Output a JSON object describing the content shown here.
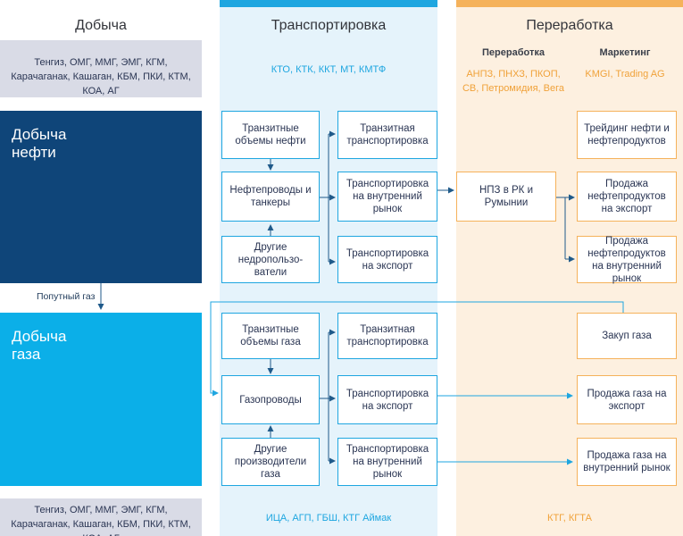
{
  "columns": {
    "extraction": "Добыча",
    "transport": "Транспортировка",
    "processing": "Переработка"
  },
  "top_row": {
    "extraction_fields": "Тенгиз, ОМГ, ММГ, ЭМГ, КГМ, Карачаганак, Кашаган, КБМ, ПКИ, КТМ, КОА, АГ",
    "transport_companies": "КТО, КТК, ККТ, МТ, КМТФ",
    "refining_head": "Переработка",
    "refining_companies": "АНПЗ, ПНХЗ, ПКОП, СВ, Петромидия, Вега",
    "marketing_head": "Маркетинг",
    "marketing_companies": "KMGI, Trading AG"
  },
  "bands": {
    "oil": "Добыча нефти",
    "gas": "Добыча газа",
    "associated_gas": "Попутный газ"
  },
  "oil_boxes": {
    "transit_oil": "Транзитные объемы нефти",
    "pipelines_tankers": "Нефтепроводы и танкеры",
    "other_subsoil_users": "Другие недропользо-ватели",
    "transit_transport": "Транзитная транспортировка",
    "domestic_transport": "Транспортировка на внутренний рынок",
    "export_transport": "Транспортировка на экспорт",
    "refineries": "НПЗ в РК и Румынии",
    "trading": "Трейдинг нефти и нефтепродуктов",
    "sale_export": "Продажа нефтепродуктов на экспорт",
    "sale_domestic": "Продажа нефтепродуктов на внутренний рынок"
  },
  "gas_boxes": {
    "transit_gas": "Транзитные объемы газа",
    "gas_pipelines": "Газопроводы",
    "other_producers": "Другие производители газа",
    "transit_transport": "Транзитная транспортировка",
    "export_transport": "Транспортировка на экспорт",
    "domestic_transport": "Транспортировка на внутренний рынок",
    "gas_purchase": "Закуп газа",
    "sale_export": "Продажа газа на экспорт",
    "sale_domestic": "Продажа газа на внутренний рынок"
  },
  "bottom_row": {
    "extraction_fields": "Тенгиз, ОМГ, ММГ, ЭМГ, КГМ, Карачаганак, Кашаган, КБМ, ПКИ, КТМ, КОА, АГ",
    "transport_companies": "ИЦА, АГП, ГБШ, КТГ Аймак",
    "marketing_companies": "КТГ, КГТА"
  },
  "colors": {
    "oil_band": "#0f4579",
    "gas_band": "#0bafe8",
    "transport_accent": "#1ea6e0",
    "processing_accent": "#f5b25b",
    "box_border": "#1ea6e0"
  }
}
